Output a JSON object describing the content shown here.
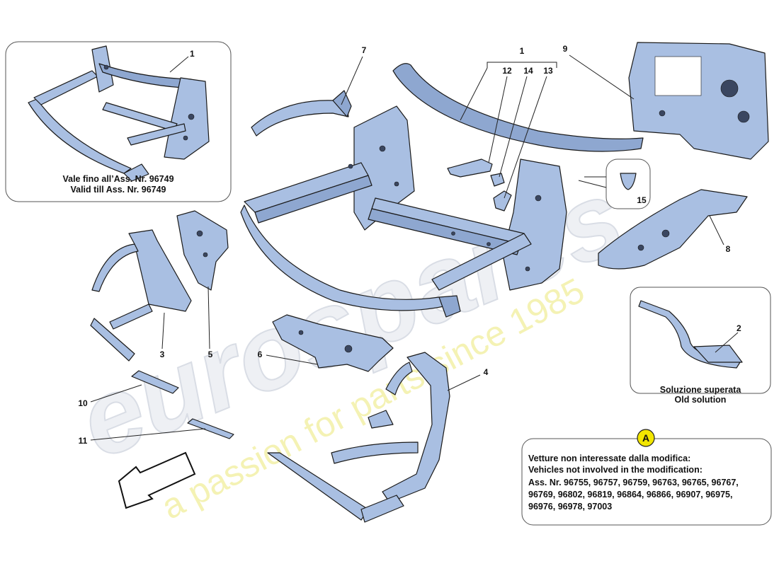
{
  "callouts": {
    "c1_top": "1",
    "c1_inset": "1",
    "c2": "2",
    "c3": "3",
    "c4": "4",
    "c5": "5",
    "c6": "6",
    "c7": "7",
    "c8": "8",
    "c9": "9",
    "c10": "10",
    "c11": "11",
    "c12": "12",
    "c13": "13",
    "c14": "14",
    "c15": "15"
  },
  "inset_validity": {
    "line1": "Vale fino all’Ass. Nr. 96749",
    "line2": "Valid till Ass. Nr. 96749"
  },
  "old_solution": {
    "line1": "Soluzione superata",
    "line2": "Old solution"
  },
  "note_a": {
    "badge": "A",
    "lines": [
      "Vetture non interessate dalla modifica:",
      "Vehicles not involved in the modification:",
      "Ass. Nr. 96755, 96757, 96759, 96763, 96765, 96767,",
      "96769, 96802, 96819, 96864, 96866, 96907, 96975,",
      "96976, 96978, 97003"
    ],
    "badge_color": "#f2e600"
  },
  "watermark": {
    "logo": "eurospares",
    "tagline": "a passion for parts since 1985"
  },
  "colors": {
    "part_fill": "#a9bfe2",
    "part_shade": "#8ea7d0"
  }
}
